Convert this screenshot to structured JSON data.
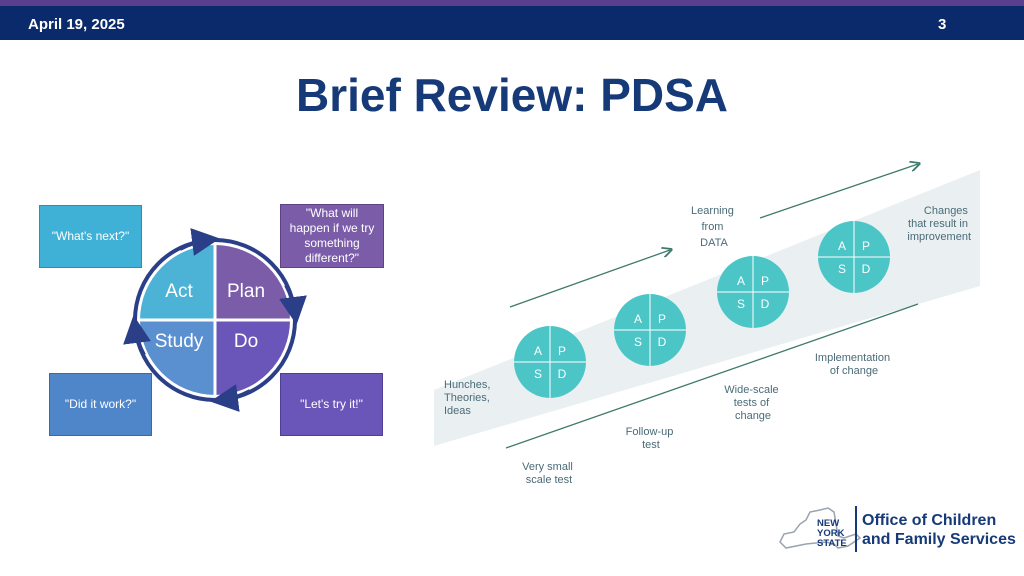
{
  "header": {
    "date": "April 19, 2025",
    "page_number": "3"
  },
  "title": "Brief Review: PDSA",
  "cycle": {
    "boxes": {
      "whats_next": "\"What's next?\"",
      "what_will_happen": "\"What will happen if we try something different?\"",
      "did_it_work": "\"Did it work?\"",
      "lets_try": "\"Let's try it!\""
    },
    "quadrants": {
      "act": "Act",
      "plan": "Plan",
      "study": "Study",
      "do": "Do"
    }
  },
  "ramp": {
    "learning": [
      "Learning",
      "from",
      "DATA"
    ],
    "changes": [
      "Changes",
      "that result in",
      "improvement"
    ],
    "hunches": [
      "Hunches,",
      "Theories,",
      "Ideas"
    ],
    "very_small": [
      "Very small",
      "scale test"
    ],
    "follow_up": [
      "Follow-up",
      "test"
    ],
    "wide_scale": [
      "Wide-scale",
      "tests of",
      "change"
    ],
    "implementation": [
      "Implementation",
      "of change"
    ],
    "pdsa_letters": {
      "a": "A",
      "p": "P",
      "s": "S",
      "d": "D"
    }
  },
  "logo": {
    "state_lines": [
      "NEW",
      "YORK",
      "STATE"
    ],
    "org_lines": [
      "Office of Children",
      "and Family Services"
    ]
  },
  "colors": {
    "header_bg": "#0b2a6b",
    "title": "#163a78",
    "act": "#4db3d6",
    "plan": "#7b5ca8",
    "study": "#5a8fd0",
    "do": "#6a55b8",
    "teal_circle": "#4cc5c7"
  }
}
